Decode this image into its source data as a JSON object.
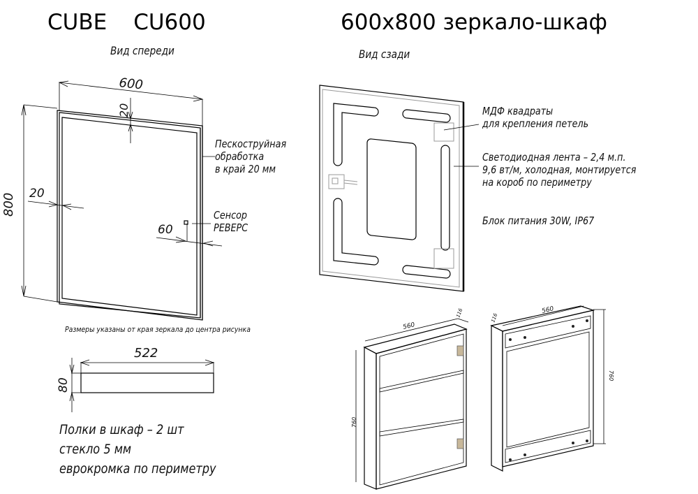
{
  "header": {
    "brand": "CUBE",
    "model": "CU600",
    "product_title": "600x800 зеркало-шкаф"
  },
  "front_view": {
    "label": "Вид спереди",
    "dimensions": {
      "width": "600",
      "height": "800",
      "top_margin": "20",
      "left_margin": "20",
      "sensor_offset": "60"
    },
    "sandblast_note": [
      "Пескоструйная",
      "обработка",
      "в край 20 мм"
    ],
    "sensor_note": [
      "Сенсор",
      "РЕВЕРС"
    ],
    "footnote": "Размеры указаны от края зеркала до центра рисунка"
  },
  "rear_view": {
    "label": "Вид сзади",
    "mdf_note": [
      "МДФ квадраты",
      "для крепления петель"
    ],
    "led_note": [
      "Светодиодная лента – 2,4 м.п.",
      "9,6 вт/м, холодная, монтируется",
      "на короб по периметру"
    ],
    "psu_note": "Блок питания 30W, IP67"
  },
  "shelf": {
    "dimensions": {
      "length": "522",
      "depth": "80"
    },
    "notes": [
      "Полки в шкаф – 2 шт",
      "стекло 5 мм",
      "еврокромка по периметру"
    ]
  },
  "cabinet_front": {
    "dimensions": {
      "width": "560",
      "depth": "116",
      "height": "760"
    }
  },
  "cabinet_back": {
    "dimensions": {
      "width": "560",
      "depth": "116",
      "height": "760"
    }
  }
}
